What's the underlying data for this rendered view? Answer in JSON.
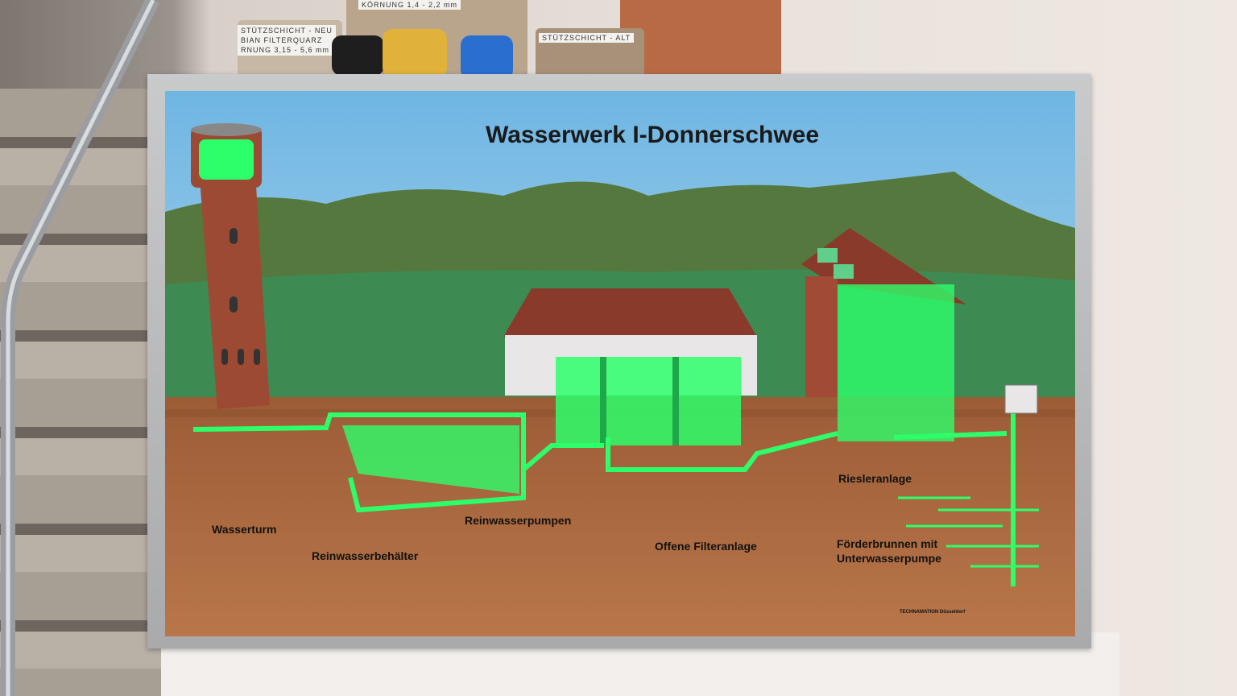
{
  "board": {
    "title": "Wasserwerk  I-Donnerschwee",
    "labels": {
      "wasserturm": "Wasserturm",
      "reinwasserbehaelter": "Reinwasserbehälter",
      "reinwasserpumpen": "Reinwasserpumpen",
      "filteranlage": "Offene  Filteranlage",
      "riesleranlage": "Riesleranlage",
      "foerderbrunnen_1": "Förderbrunnen  mit",
      "foerderbrunnen_2": "Unterwasserpumpe"
    },
    "maker": "TECHNAMATION Düsseldorf"
  },
  "jars": {
    "jar1_line1": "STÜTZSCHICHT - NEU",
    "jar1_line2": "BIAN FILTERQUARZ",
    "jar1_line3": "RNUNG 3,15 - 5,6 mm",
    "jar2": "KÖRNUNG 1,4 - 2,2 mm",
    "jar3": "STÜTZSCHICHT - ALT"
  },
  "colors": {
    "glow": "#2dff6a",
    "ground": "#a4643a",
    "sky": "#7fc0e6",
    "brick": "#9c4a33"
  }
}
